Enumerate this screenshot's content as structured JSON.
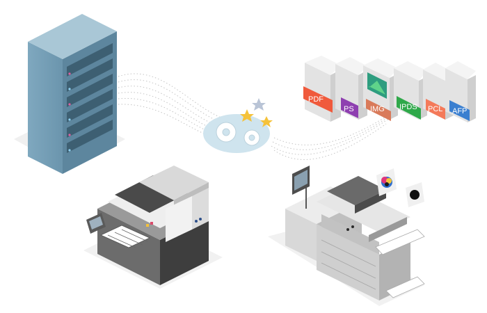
{
  "documents": [
    {
      "label": "PDF",
      "color": "#f05a3c"
    },
    {
      "label": "PS",
      "color": "#8e3fb0"
    },
    {
      "label": "IMG",
      "color": "#d97a5a"
    },
    {
      "label": "IPDS",
      "color": "#2fa84a"
    },
    {
      "label": "PCL",
      "color": "#f47a5a"
    },
    {
      "label": "AFP",
      "color": "#3a7fd0"
    }
  ],
  "colors": {
    "server": "#7fa8bf",
    "hub": "#cfe4ee",
    "press_dark": "#4a4a4a",
    "press_light": "#eeeeee",
    "dots": "#b8b8b8"
  },
  "icons": [
    "server-icon",
    "gear-icon",
    "star-icon",
    "document-icon",
    "offset-press-icon",
    "digital-press-icon",
    "color-swatch-icon",
    "black-swatch-icon"
  ]
}
